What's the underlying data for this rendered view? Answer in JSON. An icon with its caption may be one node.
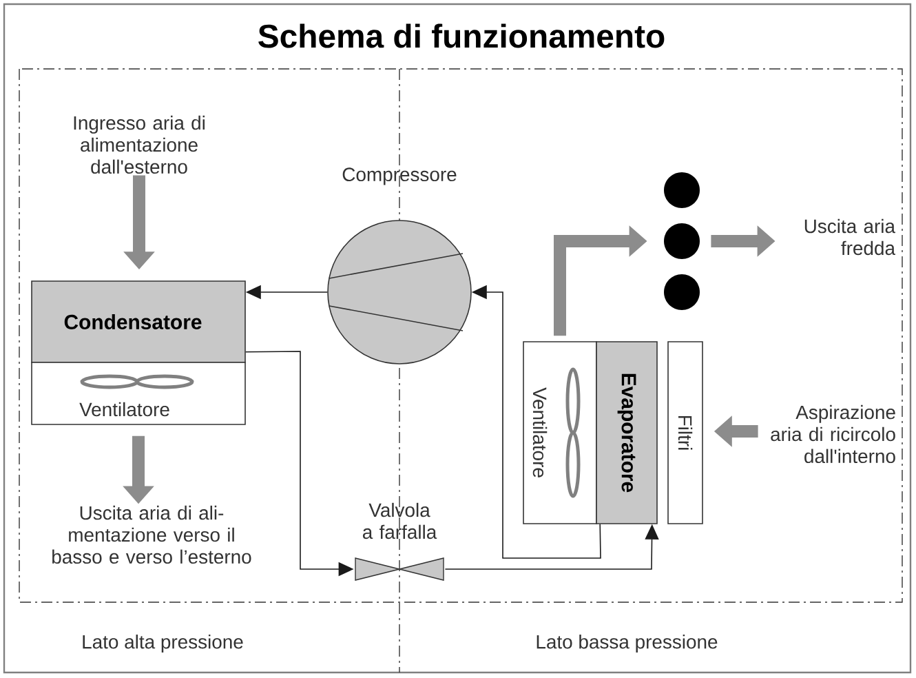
{
  "diagram": {
    "title": "Schema di funzionamento",
    "nodes": [
      {
        "text": [
          "Ingresso aria di alimentazione dall'esterno"
        ]
      },
      {
        "text": [
          "Condensatore"
        ]
      },
      {
        "text": [
          "Ventilatore"
        ]
      },
      {
        "text": [
          "Compressore"
        ]
      },
      {
        "text": [
          "Uscita aria di ali- mentazione verso il basso e verso l’esterno"
        ]
      },
      {
        "text": [
          "Valvola a farfalla"
        ]
      },
      {
        "text": [
          "Ventilatore"
        ]
      },
      {
        "text": [
          "Evaporatore"
        ]
      },
      {
        "text": [
          "Filtri"
        ]
      },
      {
        "text": [
          "Aspirazione aria di ricircolo dall'interno"
        ]
      },
      {
        "text": [],
        "shape": "circle"
      },
      {
        "text": [],
        "shape": "circle"
      },
      {
        "text": [],
        "shape": "circle"
      },
      {
        "text": [
          "Uscita aria fredda"
        ]
      }
    ],
    "edges": [
      {
        "from": 0,
        "to": 1,
        "arrow": "to"
      },
      {
        "from": 2,
        "to": 4,
        "arrow": "to"
      },
      {
        "from": 3,
        "to": 1,
        "arrow": "to",
        "color": "#1a1a1a"
      },
      {
        "from": 1,
        "to": 5,
        "arrow": "to",
        "color": "#1a1a1a"
      },
      {
        "from": 5,
        "to": 7,
        "arrow": "to",
        "color": "#1a1a1a"
      },
      {
        "from": 7,
        "to": 3,
        "arrow": "to",
        "color": "#1a1a1a"
      },
      {
        "from": 6,
        "to": 11,
        "arrow": "to"
      },
      {
        "from": 11,
        "to": 13,
        "arrow": "to"
      },
      {
        "from": 9,
        "to": 8,
        "arrow": "to"
      }
    ],
    "labels": [
      "Lato alta pressione",
      "Lato bassa pressione"
    ]
  }
}
